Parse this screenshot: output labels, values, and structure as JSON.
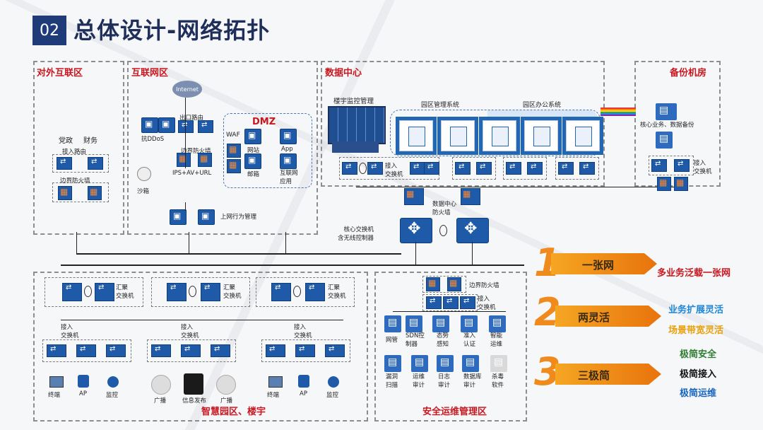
{
  "header": {
    "number": "02",
    "title": "总体设计-网络拓扑"
  },
  "zones": {
    "external": "对外互联区",
    "internet": "互联网区",
    "datacenter": "数据中心",
    "backup": "备份机房",
    "campus": "智慧园区、楼宇",
    "secops": "安全运维管理区"
  },
  "external": {
    "party": "党政",
    "finance": "财务",
    "access_router": "接入路由",
    "border_fw": "边界防火墙"
  },
  "internet": {
    "cloud": "Internet",
    "egress_router": "出口路由",
    "anti_ddos": "抗DDoS",
    "border_fw": "边界防火墙",
    "ips": "IPS+AV+URL",
    "sandbox": "沙箱",
    "behavior": "上网行为管理",
    "dmz": {
      "title": "DMZ",
      "waf": "WAF",
      "web": "网站",
      "app": "App",
      "mail": "邮箱",
      "internet_app": "互联网\n应用"
    }
  },
  "datacenter": {
    "building_monitor": "楼宇监控管理",
    "park_mgmt": "园区管理系统",
    "park_office": "园区办公系统",
    "access_sw": "接入\n交换机",
    "dc_fw": "数据中心\n防火墙",
    "core_sw": "核心交换机\n含无线控制器"
  },
  "backup": {
    "services": "核心业务、数据备份",
    "access_sw": "接入\n交换机"
  },
  "campus": {
    "agg_sw": "汇聚\n交换机",
    "access_sw": "接入\n交换机",
    "terminal": "终端",
    "ap": "AP",
    "monitor": "监控",
    "broadcast": "广播",
    "info": "信息发布"
  },
  "secops": {
    "border_fw": "边界防火墙",
    "access_sw": "接入\n交换机",
    "tools_row1": [
      "网管",
      "SDN控\n制器",
      "态势\n感知",
      "准入\n认证",
      "智能\n运维"
    ],
    "tools_row2": [
      "漏洞\n扫描",
      "运维\n审计",
      "日志\n审计",
      "数据库\n审计",
      "杀毒\n软件"
    ]
  },
  "promo": {
    "p1_num": "1",
    "p1_label": "一张网",
    "p1_slogan": "多业务泛载一张网",
    "p2_num": "2",
    "p2_label": "两灵活",
    "p2_slogan_a": "业务扩展灵活",
    "p2_slogan_b": "场景带宽灵活",
    "p3_num": "3",
    "p3_label": "三极简",
    "p3_slogan_a": "极简安全",
    "p3_slogan_b": "极简接入",
    "p3_slogan_c": "极简运维"
  },
  "colors": {
    "accent": "#1f3c78",
    "device": "#1e5aa8",
    "zone_label": "#c8171f",
    "promo_orange": "#ef8a1c"
  }
}
